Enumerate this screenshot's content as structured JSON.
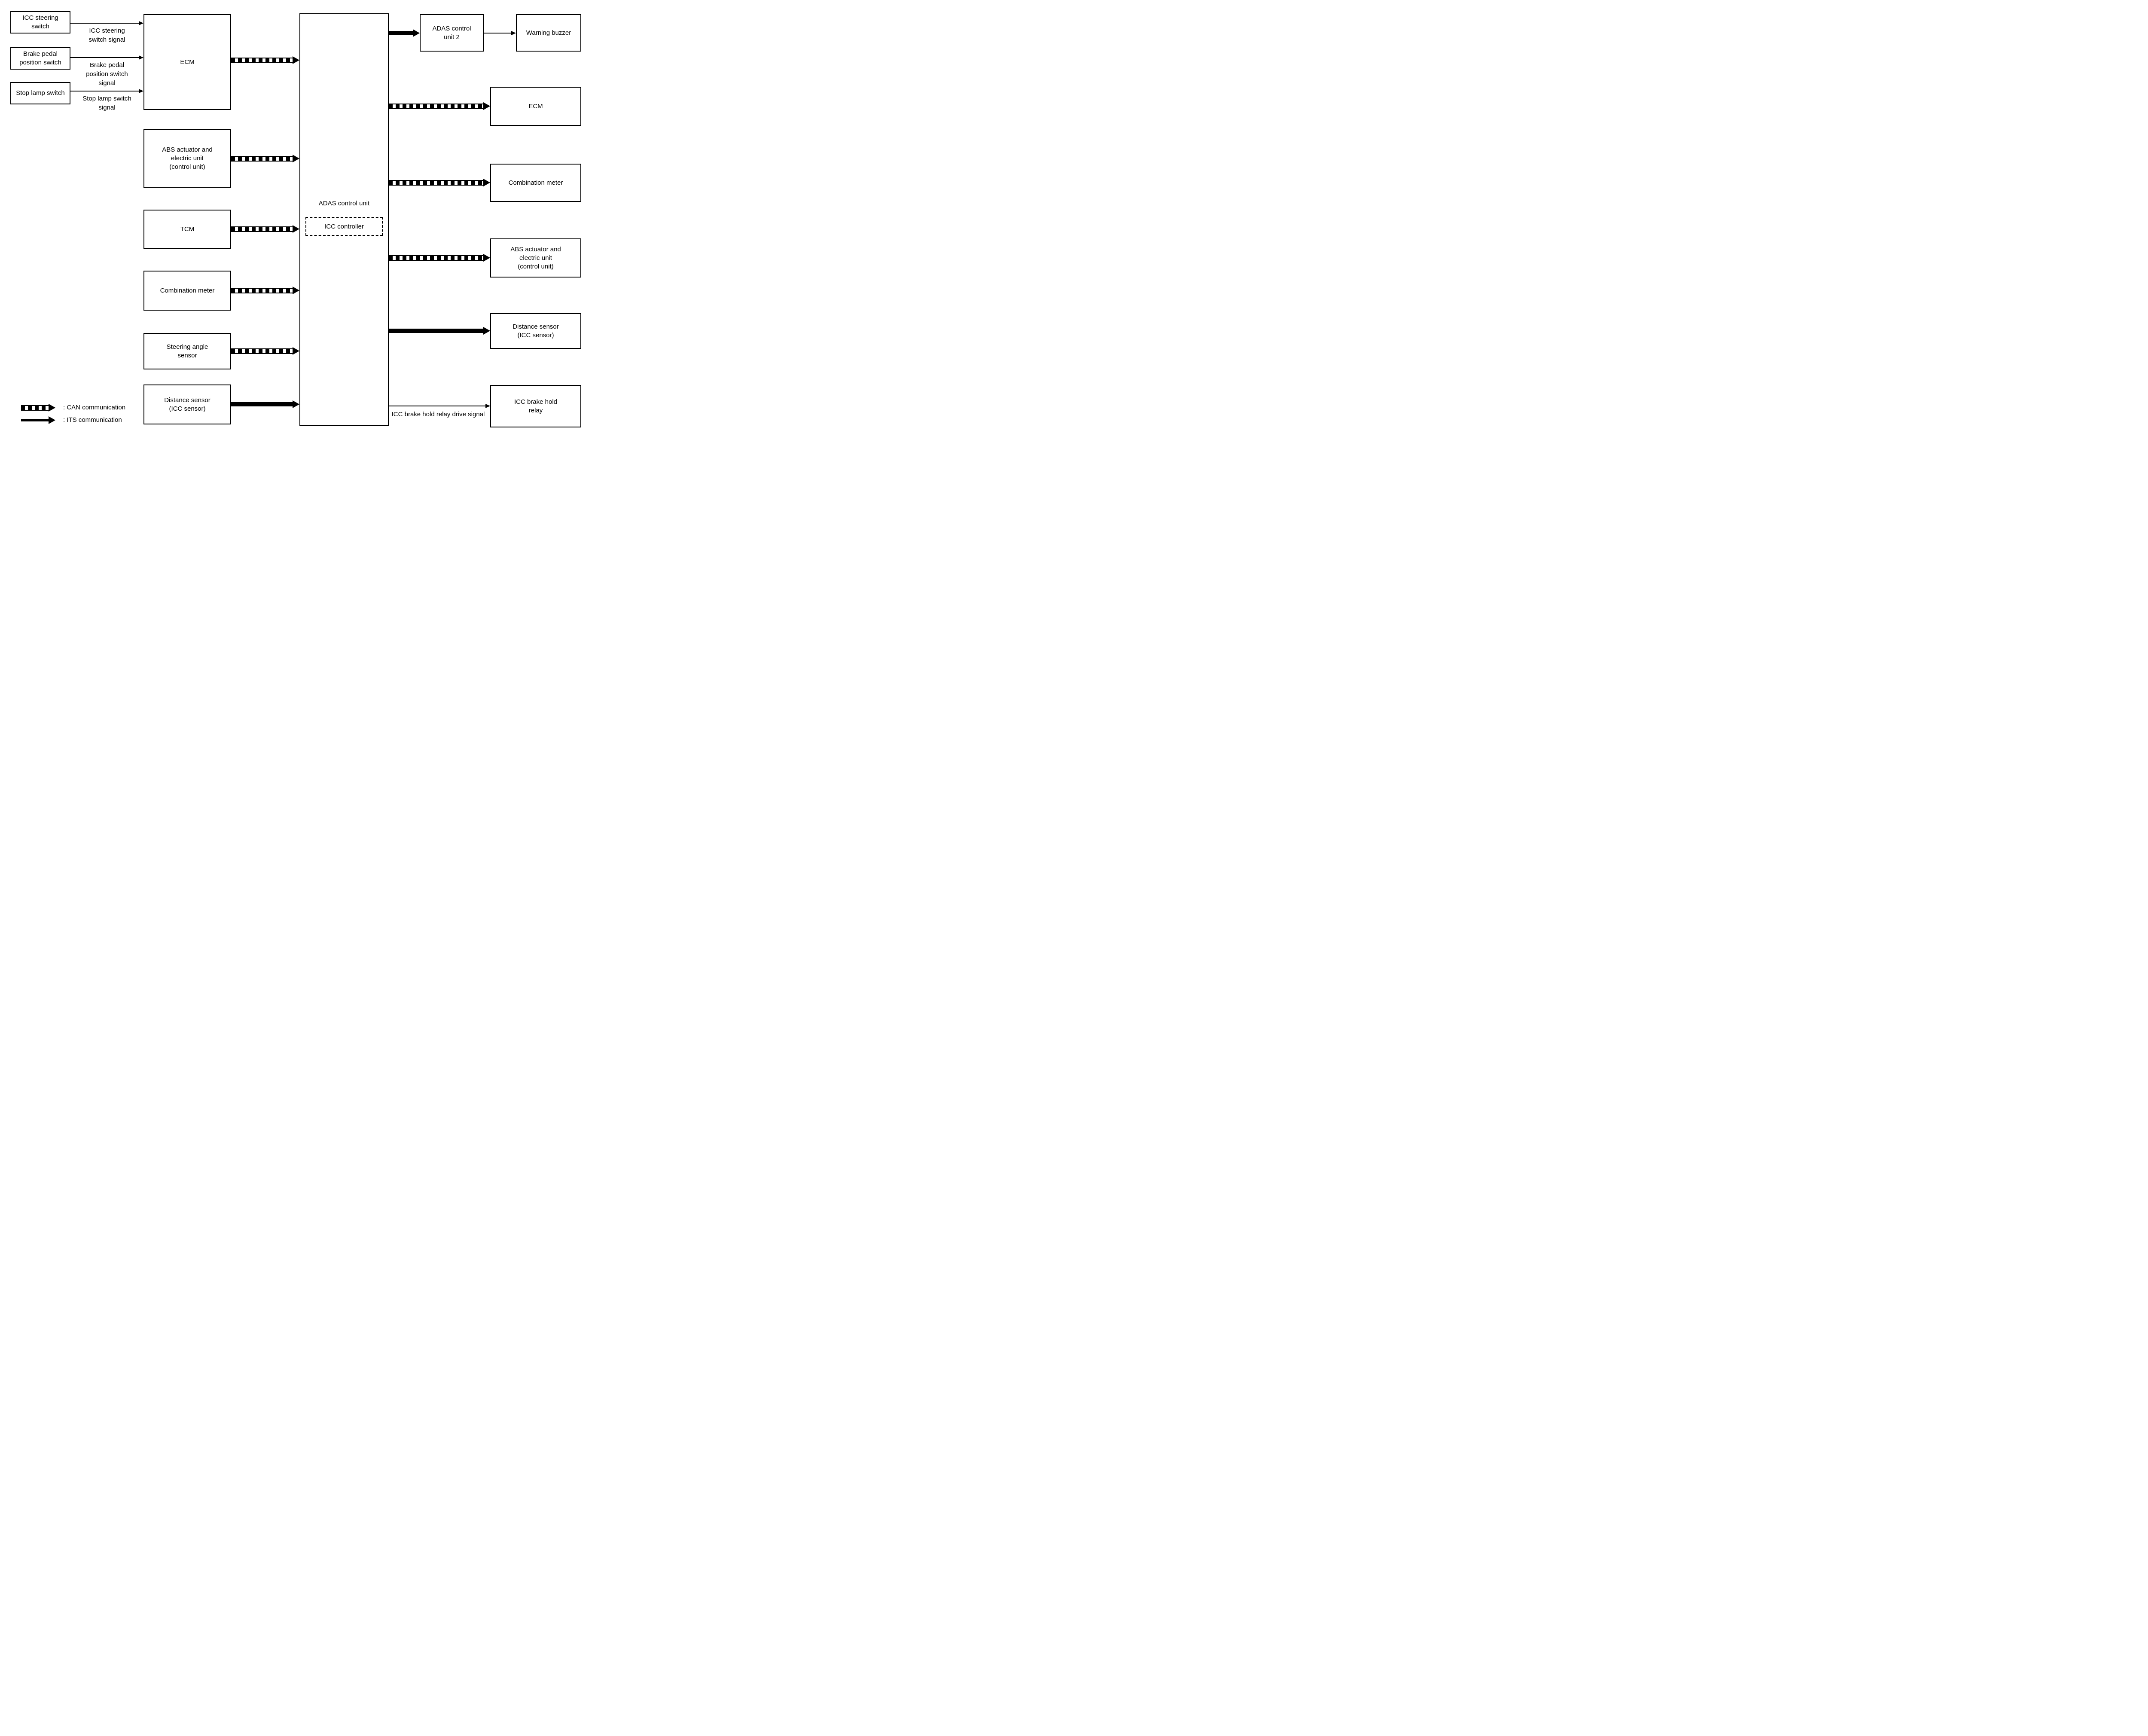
{
  "colors": {
    "ink": "#000000",
    "background": "#ffffff"
  },
  "sources": [
    {
      "label": "ICC steering\nswitch",
      "signal": "ICC steering\nswitch signal"
    },
    {
      "label": "Brake pedal\nposition switch",
      "signal": "Brake pedal\nposition switch\nsignal"
    },
    {
      "label": "Stop lamp switch",
      "signal": "Stop lamp switch\nsignal"
    }
  ],
  "left_column": [
    {
      "label": "ECM"
    },
    {
      "label": "ABS actuator and\nelectric unit\n(control unit)"
    },
    {
      "label": "TCM"
    },
    {
      "label": "Combination meter"
    },
    {
      "label": "Steering angle\nsensor"
    },
    {
      "label": "Distance sensor\n(ICC sensor)"
    }
  ],
  "center": {
    "title": "ADAS control unit",
    "inner_unit": "ICC controller"
  },
  "right_top": {
    "adas2": "ADAS control\nunit 2",
    "buzzer": "Warning buzzer"
  },
  "right_column": [
    {
      "label": "ECM"
    },
    {
      "label": "Combination meter"
    },
    {
      "label": "ABS actuator and\nelectric unit\n(control unit)"
    },
    {
      "label": "Distance sensor\n(ICC sensor)"
    },
    {
      "label": "ICC brake hold\nrelay"
    }
  ],
  "relay_signal_label": "ICC brake hold relay drive signal",
  "legend": [
    {
      "type": "CAN",
      "label": ": CAN communication"
    },
    {
      "type": "ITS",
      "label": ": ITS communication"
    }
  ],
  "connections": [
    {
      "from": "ICC steering switch",
      "to": "ECM",
      "type": "signal wire",
      "label": "ICC steering switch signal"
    },
    {
      "from": "Brake pedal position switch",
      "to": "ECM",
      "type": "signal wire",
      "label": "Brake pedal position switch signal"
    },
    {
      "from": "Stop lamp switch",
      "to": "ECM",
      "type": "signal wire",
      "label": "Stop lamp switch signal"
    },
    {
      "from": "ECM",
      "to": "ADAS control unit",
      "type": "CAN"
    },
    {
      "from": "ABS actuator and electric unit (control unit)",
      "to": "ADAS control unit",
      "type": "CAN"
    },
    {
      "from": "TCM",
      "to": "ADAS control unit",
      "type": "CAN"
    },
    {
      "from": "Combination meter",
      "to": "ADAS control unit",
      "type": "CAN"
    },
    {
      "from": "Steering angle sensor",
      "to": "ADAS control unit",
      "type": "CAN"
    },
    {
      "from": "Distance sensor (ICC sensor)",
      "to": "ADAS control unit",
      "type": "ITS"
    },
    {
      "from": "ADAS control unit",
      "to": "ADAS control unit 2",
      "type": "ITS"
    },
    {
      "from": "ADAS control unit 2",
      "to": "Warning buzzer",
      "type": "signal wire"
    },
    {
      "from": "ADAS control unit",
      "to": "ECM",
      "type": "CAN"
    },
    {
      "from": "ADAS control unit",
      "to": "Combination meter",
      "type": "CAN"
    },
    {
      "from": "ADAS control unit",
      "to": "ABS actuator and electric unit (control unit)",
      "type": "CAN"
    },
    {
      "from": "ADAS control unit",
      "to": "Distance sensor (ICC sensor)",
      "type": "ITS"
    },
    {
      "from": "ADAS control unit",
      "to": "ICC brake hold relay",
      "type": "signal wire",
      "label": "ICC brake hold relay drive signal"
    }
  ]
}
